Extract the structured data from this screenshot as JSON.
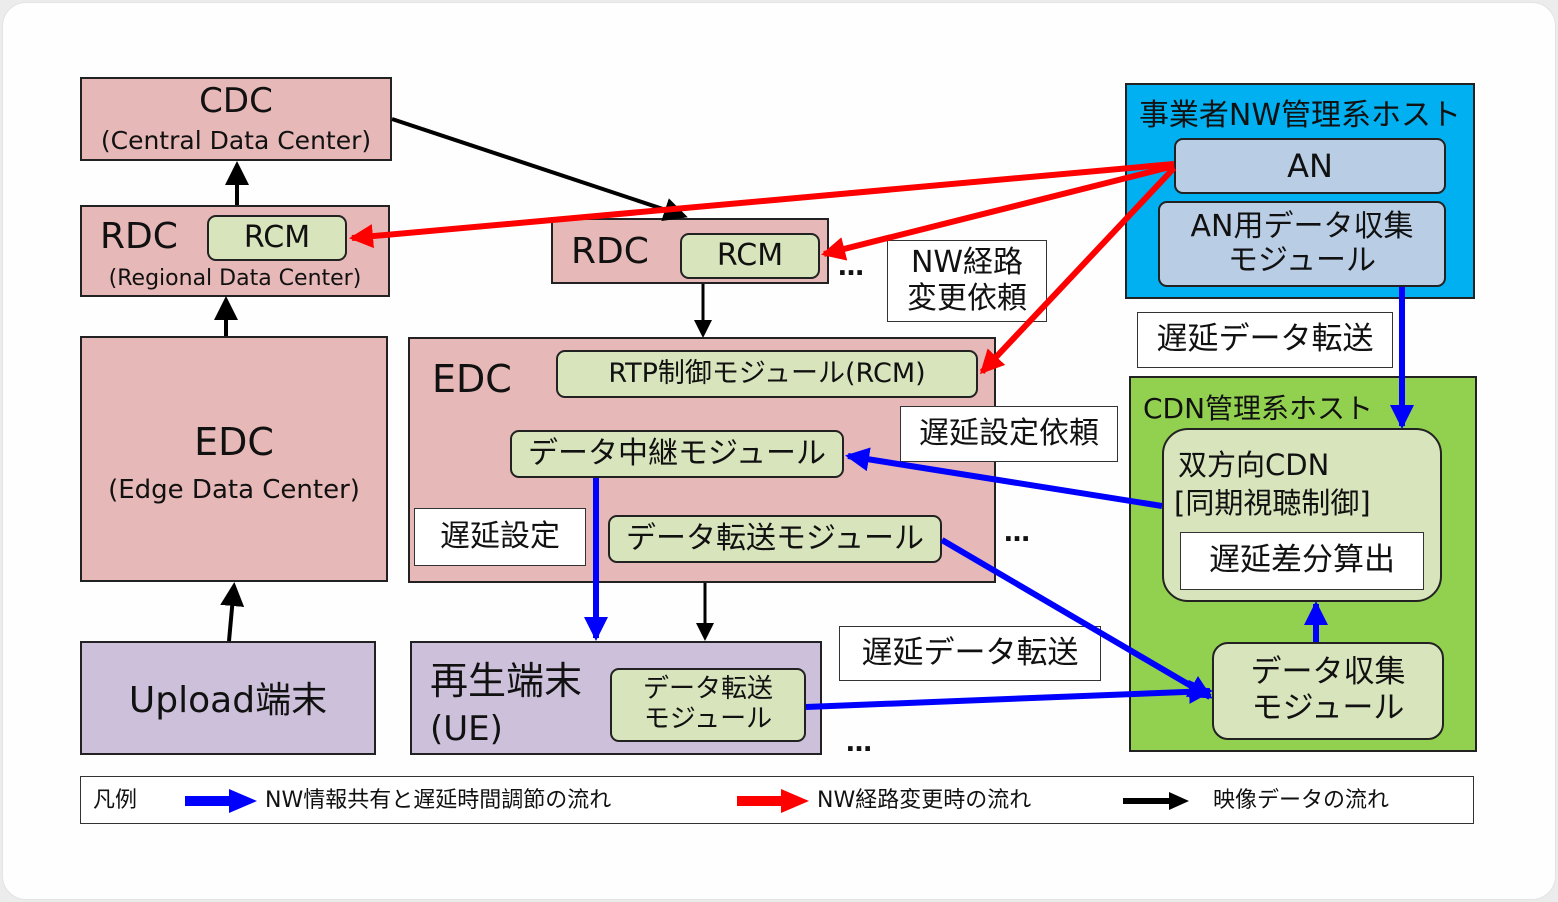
{
  "diagram": {
    "cdc": {
      "title": "CDC",
      "subtitle": "(Central Data Center)"
    },
    "rdc_left": {
      "title": "RDC",
      "subtitle": "(Regional Data Center)",
      "module": "RCM"
    },
    "edc_left": {
      "title": "EDC",
      "subtitle": "(Edge Data Center)"
    },
    "upload_terminal": {
      "title": "Upload端末"
    },
    "rdc_mid": {
      "title": "RDC",
      "module": "RCM"
    },
    "edc_mid": {
      "title": "EDC",
      "rtp_module": "RTP制御モジュール(RCM)",
      "relay_module": "データ中継モジュール",
      "transfer_module": "データ転送モジュール",
      "delay_setting_label": "遅延設定"
    },
    "playback_terminal": {
      "title": "再生端末",
      "subtitle": "(UE)",
      "module_line1": "データ転送",
      "module_line2": "モジュール"
    },
    "operator_host": {
      "title": "事業者NW管理系ホスト",
      "an": "AN",
      "an_collector_line1": "AN用データ収集",
      "an_collector_line2": "モジュール"
    },
    "cdn_host": {
      "title": "CDN管理系ホスト",
      "cdn_line1": "双方向CDN",
      "cdn_line2": "[同期視聴制御]",
      "delay_diff": "遅延差分算出",
      "collector_line1": "データ収集",
      "collector_line2": "モジュール"
    },
    "annotations": {
      "nw_route_change_line1": "NW経路",
      "nw_route_change_line2": "変更依頼",
      "delay_data_transfer_top": "遅延データ転送",
      "delay_setting_request": "遅延設定依頼",
      "delay_data_transfer_bottom": "遅延データ転送"
    },
    "ellipsis": "…",
    "colors": {
      "dc": "#e6b8b7",
      "terminal": "#ccc0da",
      "operator_host": "#00b0f0",
      "cdn_host": "#92d050",
      "module": "#d8e4bc",
      "an_module": "#b9cde5",
      "blue_flow": "#0000ff",
      "red_flow": "#ff0000",
      "black_flow": "#000000"
    }
  },
  "legend": {
    "title": "凡例",
    "items": [
      {
        "color": "blue",
        "label": "NW情報共有と遅延時間調節の流れ"
      },
      {
        "color": "red",
        "label": "NW経路変更時の流れ"
      },
      {
        "color": "black",
        "label": "映像データの流れ"
      }
    ]
  }
}
